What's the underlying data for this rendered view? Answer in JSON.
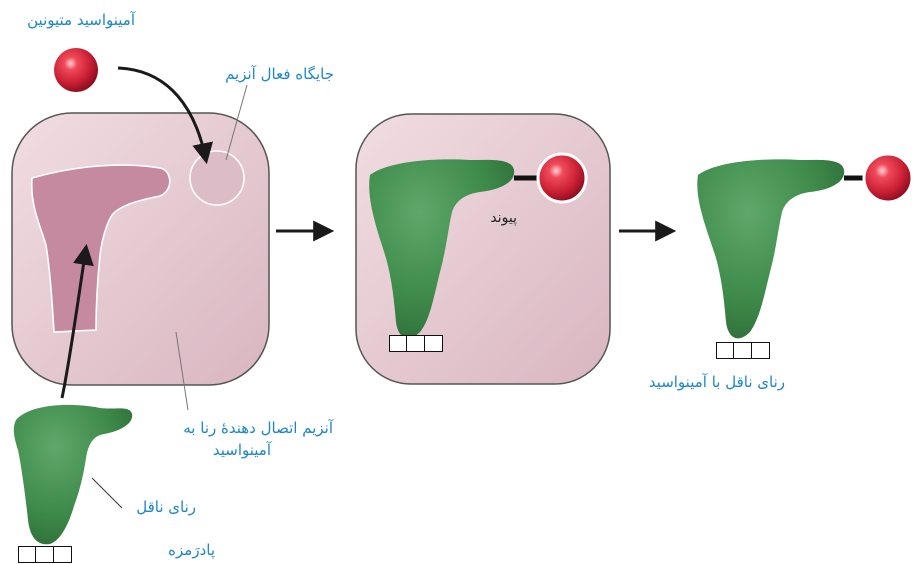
{
  "labels": {
    "methionine": "آمینواسید متیونین",
    "active_site": "جایگاه فعال آنزیم",
    "enzyme": "آنزیم اتصال دهندهٔ رنا به",
    "enzyme_line2": "آمینواسید",
    "trna": "رنای ناقل",
    "anticodon": "پادرَمزه",
    "bond": "پیوند",
    "trna_with_aa": "رنای ناقل با آمینواسید"
  },
  "colors": {
    "enzyme_fill": "#e8cfd6",
    "enzyme_stroke": "#555555",
    "pocket_fill": "#c58a9f",
    "trna_green": "#3e8a4a",
    "amino_red": "#d4253a",
    "label_blue": "#1f86c8",
    "arrow": "#1a1a1a"
  },
  "icons": [
    "reaction-arrow-icon",
    "curved-arrow-icon"
  ]
}
